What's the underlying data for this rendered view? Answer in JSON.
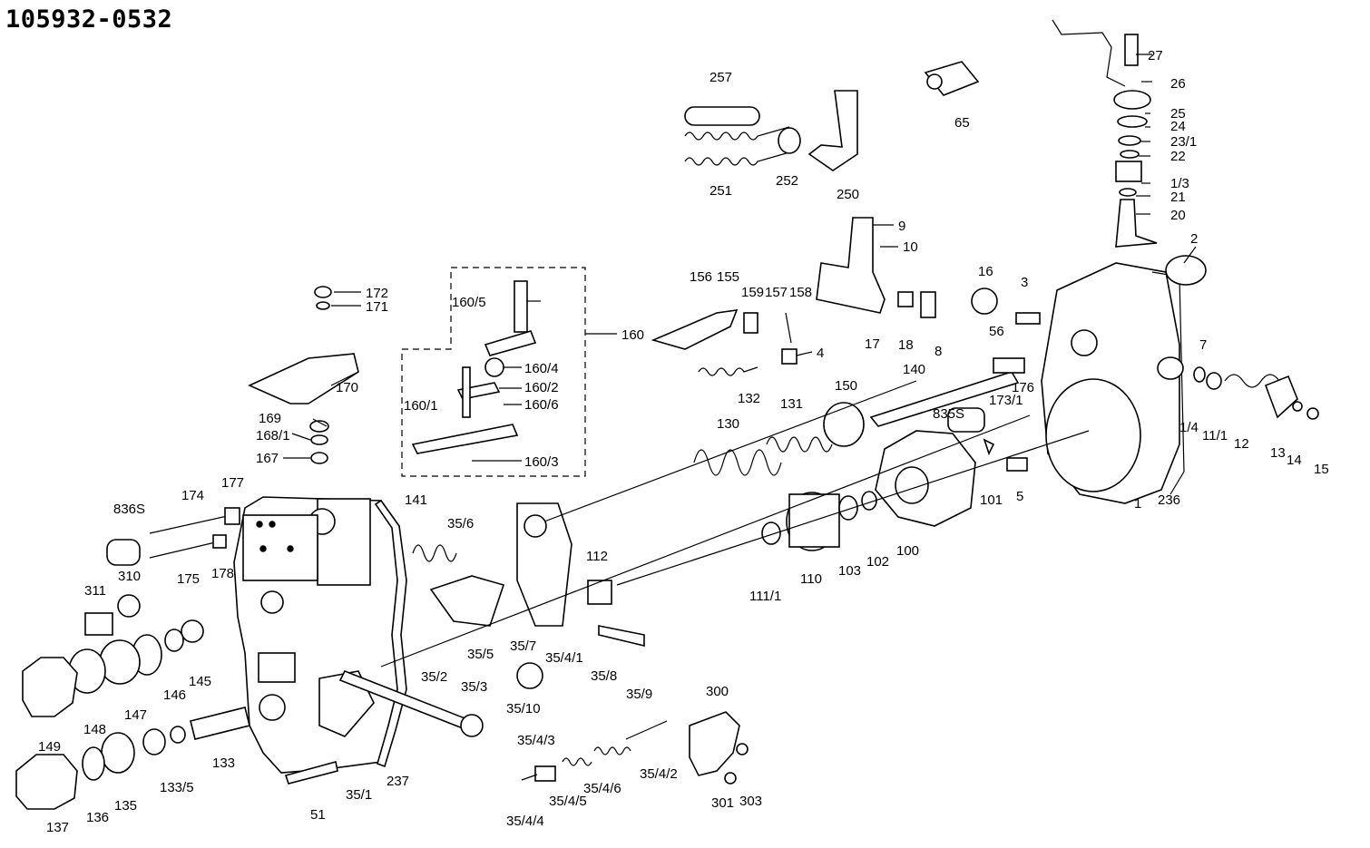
{
  "diagram_title": "105932-0532",
  "part_labels": [
    "257",
    "251",
    "252",
    "250",
    "65",
    "27",
    "26",
    "25",
    "24",
    "23/1",
    "22",
    "1/3",
    "21",
    "20",
    "9",
    "10",
    "2",
    "16",
    "3",
    "156",
    "155",
    "159",
    "157",
    "158",
    "4",
    "17",
    "18",
    "8",
    "56",
    "7",
    "11/1",
    "12",
    "13",
    "14",
    "15",
    "1/4",
    "236",
    "1",
    "132",
    "140",
    "176",
    "173/1",
    "150",
    "131",
    "130",
    "835S",
    "101",
    "5",
    "160",
    "160/5",
    "160/4",
    "160/2",
    "160/6",
    "160/1",
    "160/3",
    "172",
    "171",
    "170",
    "169",
    "168/1",
    "167",
    "177",
    "174",
    "836S",
    "310",
    "178",
    "175",
    "141",
    "35/6",
    "112",
    "111/1",
    "110",
    "103",
    "102",
    "100",
    "311",
    "146",
    "145",
    "147",
    "148",
    "149",
    "35/5",
    "35/7",
    "35/4/1",
    "35/8",
    "35/9",
    "35/2",
    "35/3",
    "35/10",
    "300",
    "35/4/3",
    "35/4/5",
    "35/4/6",
    "35/4/2",
    "301",
    "303",
    "35/4/4",
    "133",
    "133/5",
    "135",
    "136",
    "137",
    "51",
    "35/1",
    "237"
  ]
}
